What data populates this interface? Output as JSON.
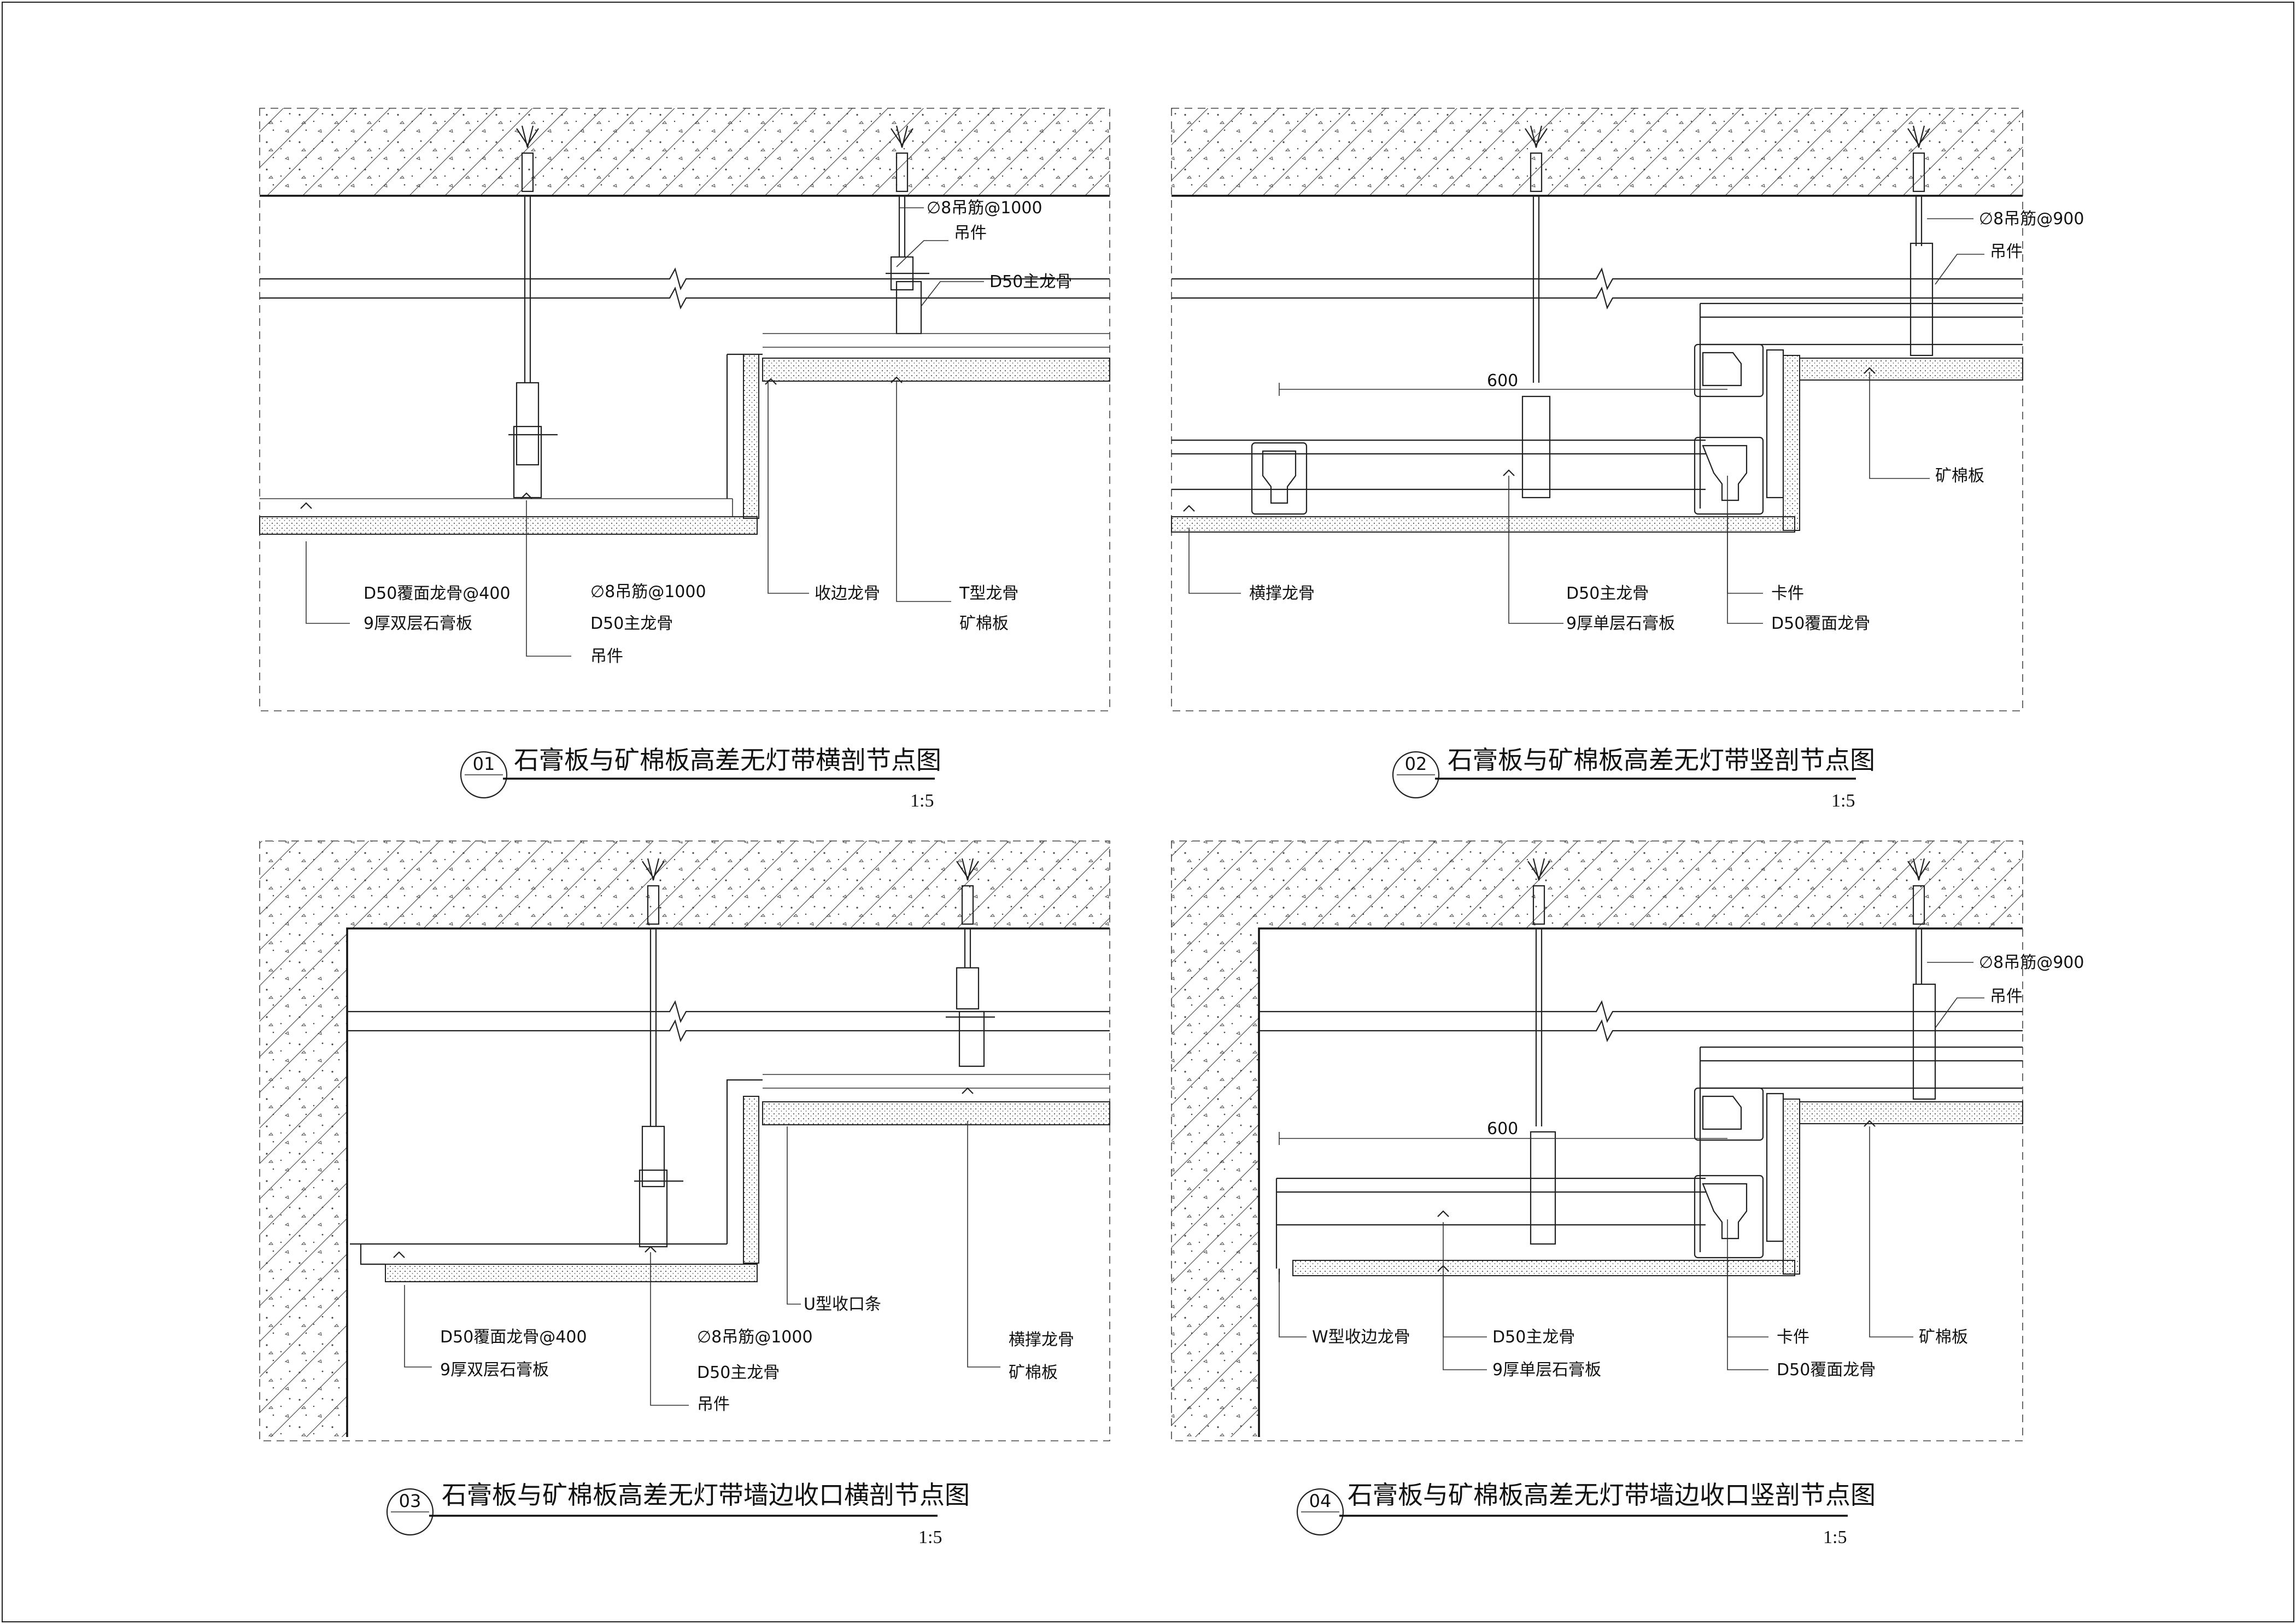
{
  "drawings": [
    {
      "id": "d01",
      "number": "01",
      "title": "石膏板与矿棉板高差无灯带横剖节点图",
      "scale": "1:5",
      "labels": [
        "∅8吊筋@1000",
        "吊件",
        "D50主龙骨",
        "D50覆面龙骨@400",
        "9厚双层石膏板",
        "∅8吊筋@1000",
        "D50主龙骨",
        "吊件",
        "收边龙骨",
        "T型龙骨",
        "矿棉板"
      ]
    },
    {
      "id": "d02",
      "number": "02",
      "title": "石膏板与矿棉板高差无灯带竖剖节点图",
      "scale": "1:5",
      "dimension": "600",
      "labels": [
        "∅8吊筋@900",
        "吊件",
        "矿棉板",
        "横撑龙骨",
        "D50主龙骨",
        "9厚单层石膏板",
        "卡件",
        "D50覆面龙骨"
      ]
    },
    {
      "id": "d03",
      "number": "03",
      "title": "石膏板与矿棉板高差无灯带墙边收口横剖节点图",
      "scale": "1:5",
      "labels": [
        "U型收口条",
        "D50覆面龙骨@400",
        "9厚双层石膏板",
        "∅8吊筋@1000",
        "D50主龙骨",
        "吊件",
        "横撑龙骨",
        "矿棉板"
      ]
    },
    {
      "id": "d04",
      "number": "04",
      "title": "石膏板与矿棉板高差无灯带墙边收口竖剖节点图",
      "scale": "1:5",
      "dimension": "600",
      "labels": [
        "∅8吊筋@900",
        "吊件",
        "W型收边龙骨",
        "D50主龙骨",
        "9厚单层石膏板",
        "卡件",
        "D50覆面龙骨",
        "矿棉板"
      ]
    }
  ]
}
